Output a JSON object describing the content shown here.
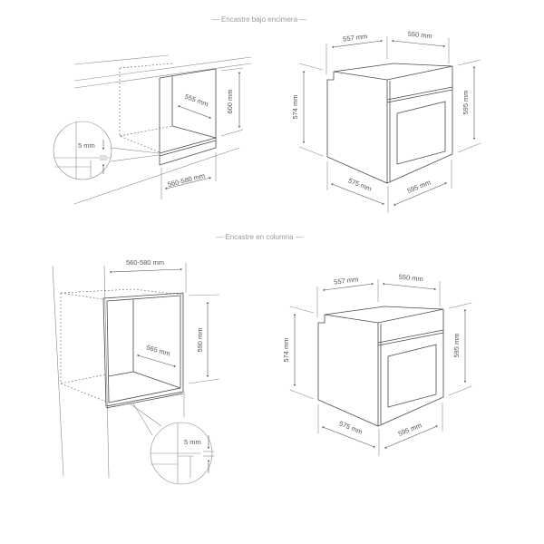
{
  "sections": [
    {
      "title": "— Encastre bajo encimera —",
      "niche": {
        "depth": "555 mm",
        "height": "600 mm",
        "width": "560-580 mm",
        "gap": "5 mm"
      },
      "oven": {
        "depth_top": "557 mm",
        "width_top": "550 mm",
        "side_height": "574 mm",
        "front_height": "595 mm",
        "depth_bottom": "575 mm",
        "width_bottom": "595 mm"
      }
    },
    {
      "title": "— Encastre en columna —",
      "niche": {
        "width": "560-580 mm",
        "depth": "565 mm",
        "height": "590 mm",
        "gap": "5 mm"
      },
      "oven": {
        "depth_top": "557 mm",
        "width_top": "550 mm",
        "side_height": "574 mm",
        "front_height": "595 mm",
        "depth_bottom": "575 mm",
        "width_bottom": "595 mm"
      }
    }
  ]
}
